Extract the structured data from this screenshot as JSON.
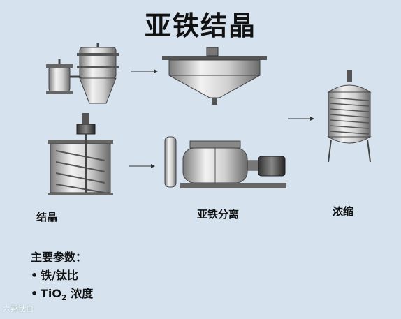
{
  "title": "亚铁结晶",
  "stages": {
    "crystallization": "结晶",
    "separation": "亚铁分离",
    "concentration": "浓缩"
  },
  "params": {
    "heading": "主要参数：",
    "items": [
      {
        "bullet": "•",
        "text": "铁/钛比"
      },
      {
        "bullet": "•",
        "text_main": "TiO",
        "text_sub": "2",
        "text_rest": " 浓度"
      }
    ]
  },
  "watermark": "六邦钛白"
}
